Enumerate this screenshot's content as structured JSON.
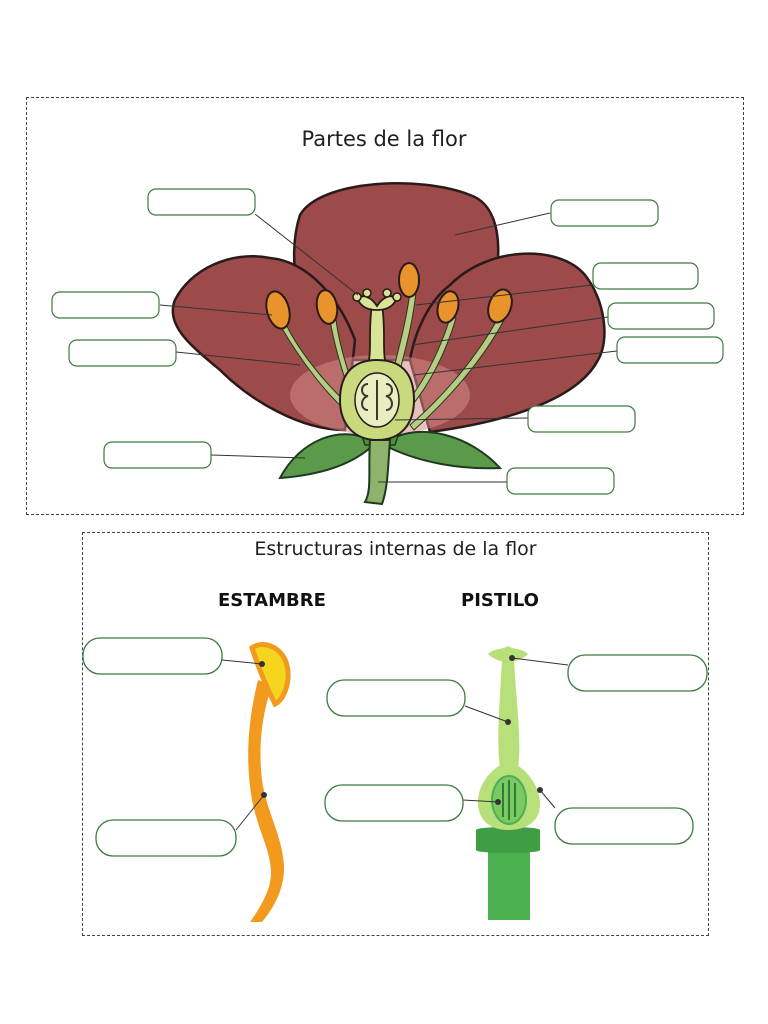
{
  "titles": {
    "main": "Partes de la flor",
    "internal": "Estructuras internas de la flor"
  },
  "headings": {
    "stamen": "ESTAMBRE",
    "pistil": "PISTILO"
  },
  "colors": {
    "petal": "#9c4a4a",
    "petal_outline": "#2a1a1a",
    "anther": "#e8932c",
    "filament": "#9db66a",
    "pistil_light": "#dfe8a6",
    "leaf": "#5a9a4a",
    "box_border": "#3c7a3c",
    "stamen_anther": "#f6d51f",
    "stamen_filament": "#f29a1e",
    "pistil_green": "#4caf50",
    "pistil_pale": "#b8e07a"
  },
  "label_boxes": {
    "top": [
      "",
      "",
      "",
      "",
      "",
      "",
      "",
      "",
      "",
      ""
    ],
    "bottom": [
      "",
      "",
      "",
      "",
      "",
      ""
    ]
  }
}
